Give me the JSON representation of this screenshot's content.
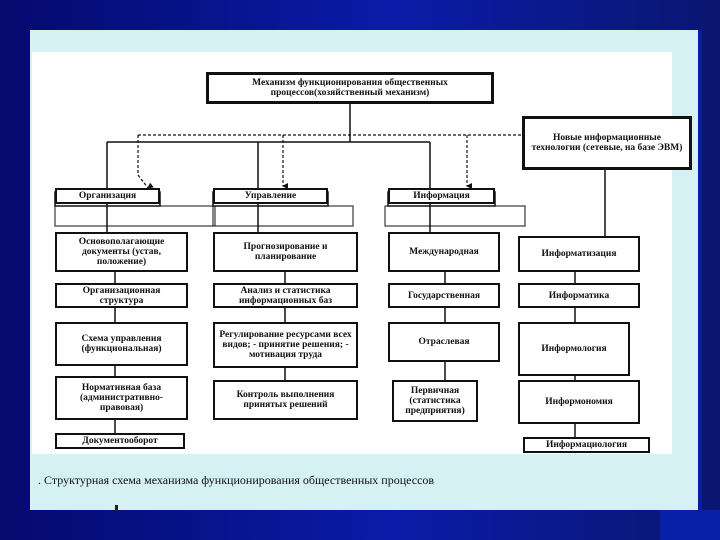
{
  "diagram": {
    "root": "Механизм функционирования общественных процессов(хозяйственный механизм)",
    "it_box": "Новые информационные технологии (сетевые, на базе ЭВМ)",
    "categories": [
      "Организация",
      "Управление",
      "Информация"
    ],
    "columns": [
      [
        "Основополагающие документы (устав, положение)",
        "Организационная структура",
        "Схема управления (функциональная)",
        "Нормативная база (административно-правовая)",
        "Документооборот"
      ],
      [
        "Прогнозирование и планирование",
        "Анализ и статистика информационных баз",
        "Регулирование ресурсами всех видов; - принятие решения; - мотивация труда",
        "Контроль выполнения принятых решений"
      ],
      [
        "Международная",
        "Государственная",
        "Отраслевая",
        "Первичная (статистика предприятия)"
      ],
      [
        "Информатизация",
        "Информатика",
        "Информология",
        "Информономия",
        "Информациология"
      ]
    ],
    "caption": ". Структурная схема механизма функционирования общественных процессов"
  },
  "colors": {
    "background": "#0a1ca8",
    "frame": "#d6f1f3",
    "ink": "#111111"
  }
}
